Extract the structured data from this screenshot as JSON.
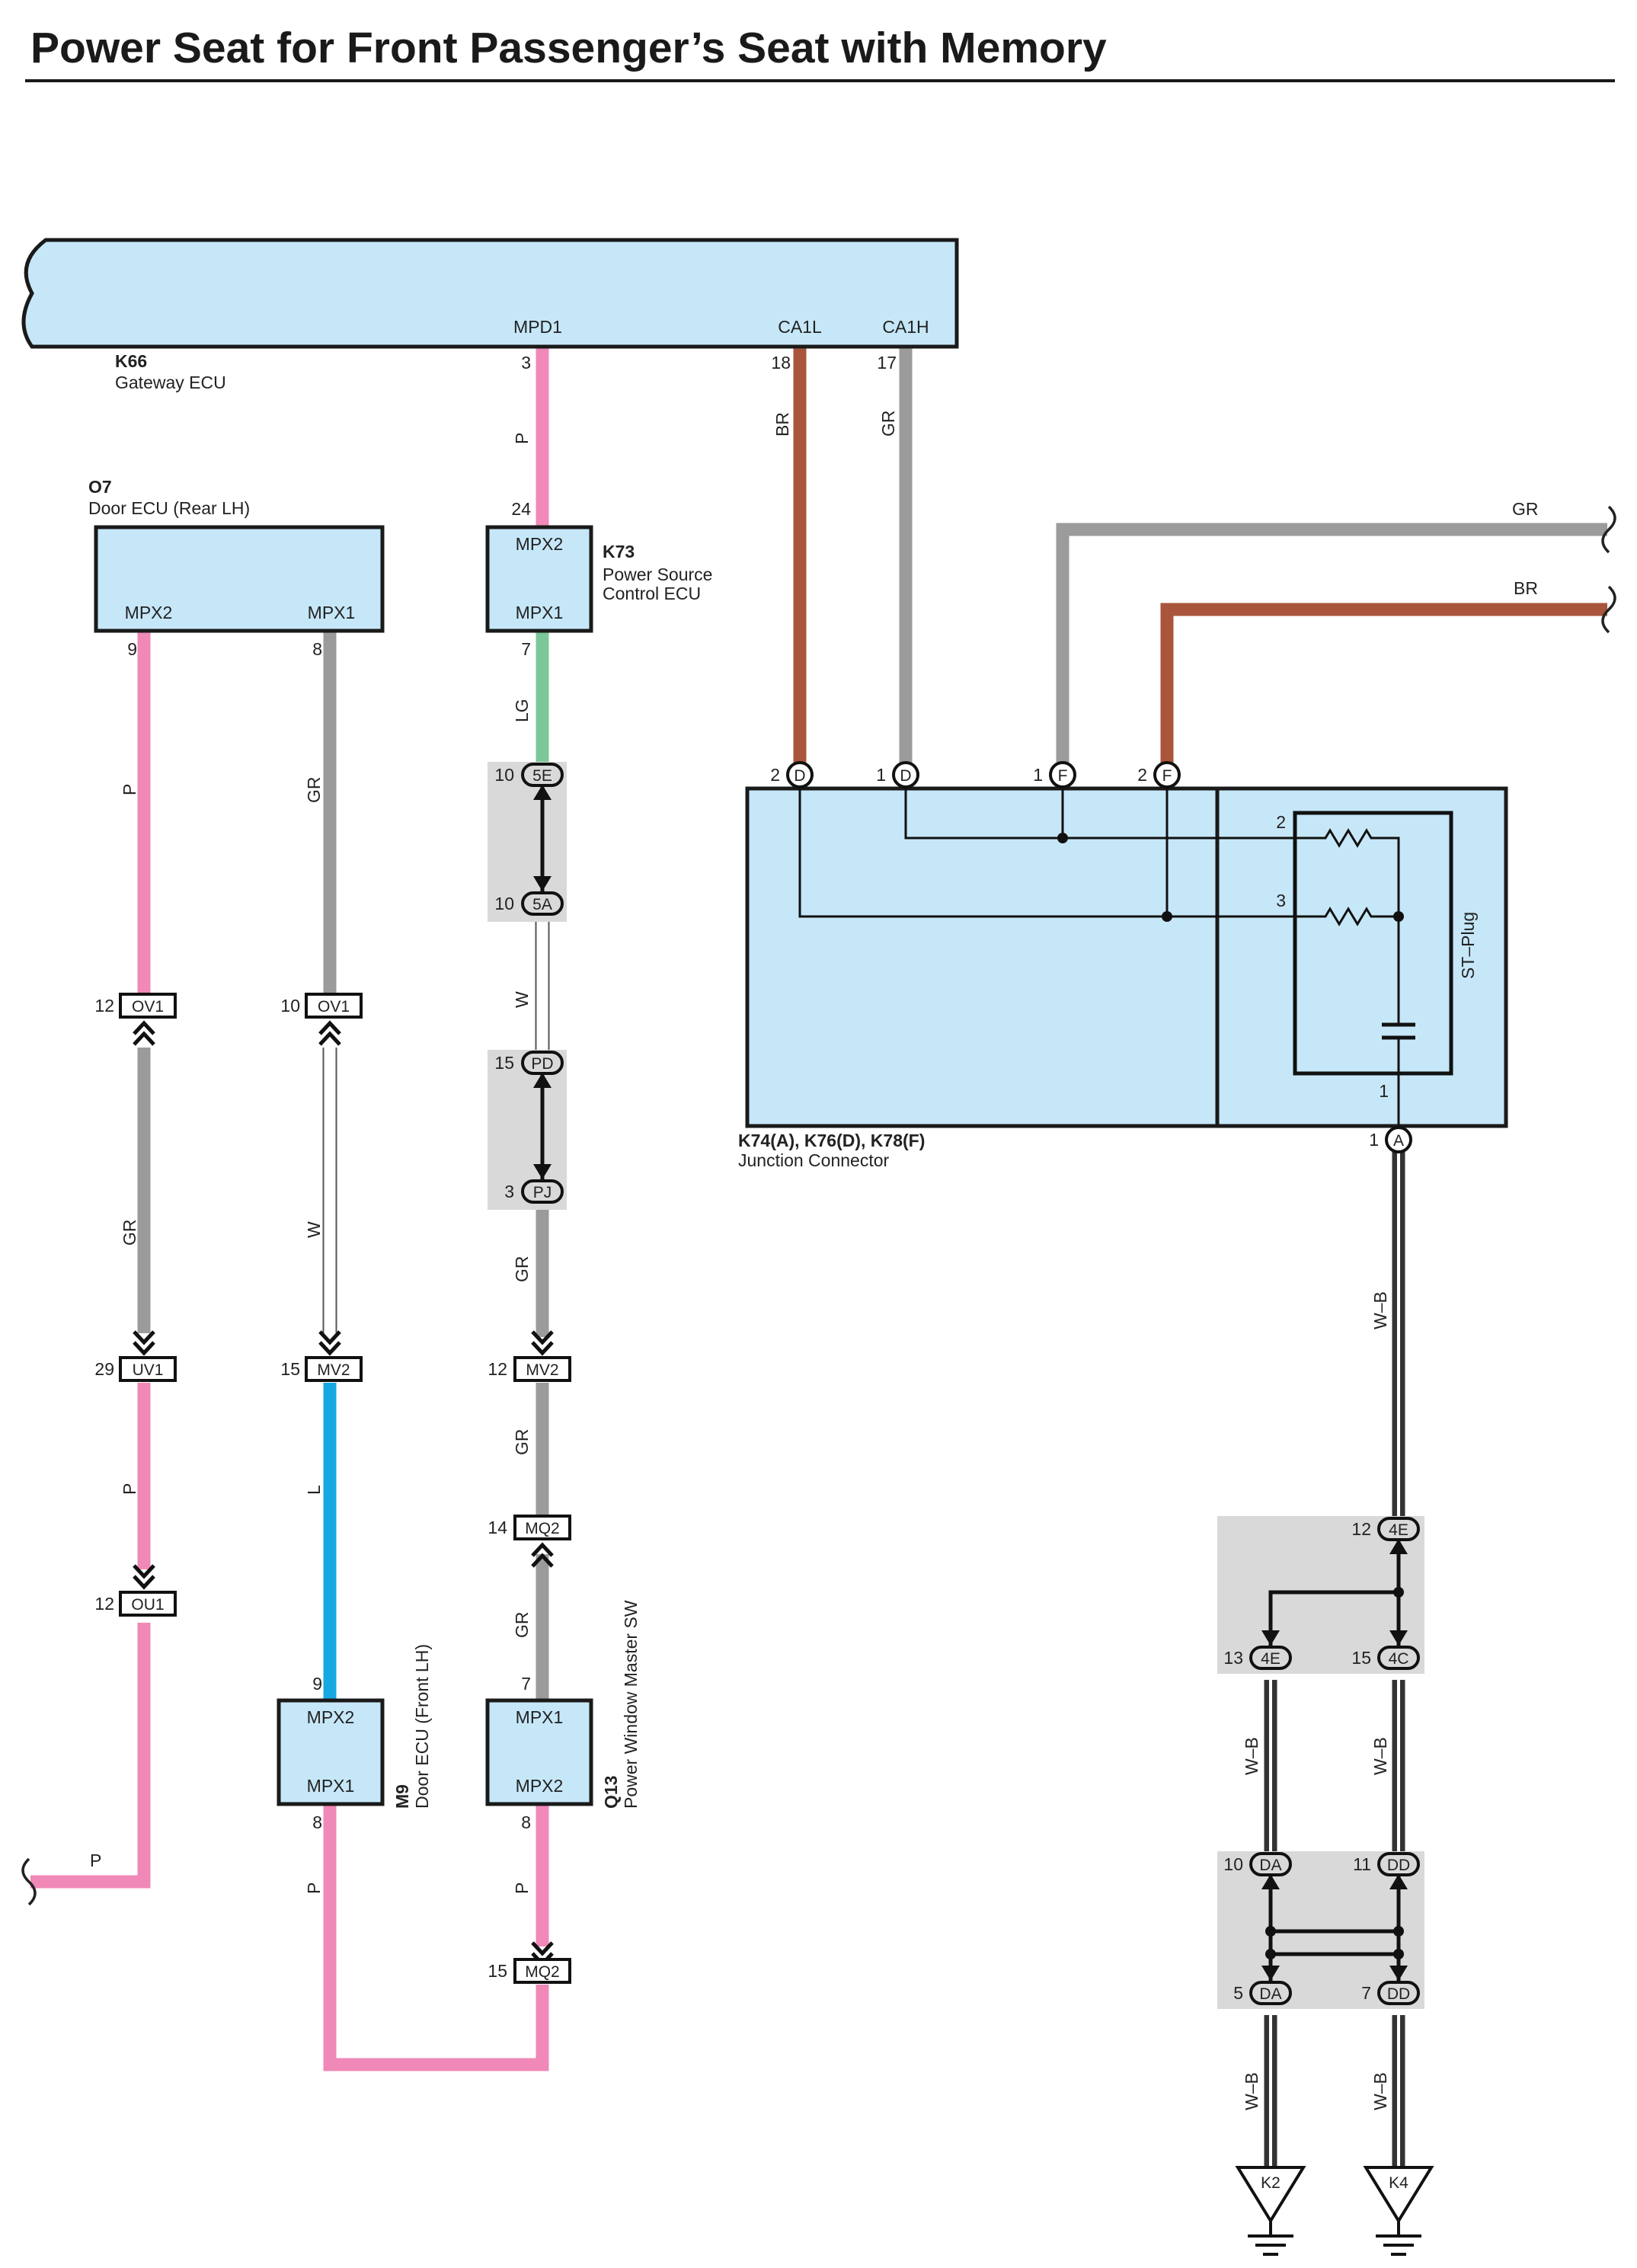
{
  "title": "Power Seat for Front Passenger’s Seat with Memory",
  "gateway": {
    "code": "K66",
    "name": "Gateway ECU",
    "terminals": [
      "MPD1",
      "CA1L",
      "CA1H"
    ],
    "pins": [
      "3",
      "18",
      "17"
    ]
  },
  "door_rear": {
    "code": "O7",
    "name": "Door ECU (Rear LH)",
    "terminals": [
      "MPX2",
      "MPX1"
    ],
    "pins": [
      "9",
      "8"
    ]
  },
  "power_source": {
    "code": "K73",
    "name_line1": "Power Source",
    "name_line2": "Control ECU",
    "terminals": [
      "MPX2",
      "MPX1"
    ],
    "pins": [
      "24",
      "7"
    ]
  },
  "door_front": {
    "code": "M9",
    "name": "Door ECU (Front LH)",
    "terminals": [
      "MPX2",
      "MPX1"
    ],
    "pins": [
      "9",
      "8"
    ]
  },
  "master_sw": {
    "code": "Q13",
    "name": "Power Window Master SW",
    "terminals": [
      "MPX1",
      "MPX2"
    ],
    "pins": [
      "7",
      "8"
    ]
  },
  "junction": {
    "code": "K74(A), K76(D), K78(F)",
    "name": "Junction Connector",
    "splug": "ST–Plug",
    "splug_pins": [
      "2",
      "3",
      "1"
    ],
    "top_pins": [
      "2",
      "1",
      "1",
      "2"
    ],
    "top_letters": [
      "D",
      "D",
      "F",
      "F"
    ],
    "bottom_pin": "1",
    "bottom_letter": "A"
  },
  "wire_labels": {
    "p": "P",
    "gr": "GR",
    "br": "BR",
    "lg": "LG",
    "w": "W",
    "l": "L",
    "wb": "W–B"
  },
  "connectors": {
    "ov1": "OV1",
    "uv1": "UV1",
    "ou1": "OU1",
    "mv2": "MV2",
    "mq2": "MQ2",
    "e5": "5E",
    "a5": "5A",
    "pd": "PD",
    "pj": "PJ",
    "e4": "4E",
    "c4": "4C",
    "da": "DA",
    "dd": "DD"
  },
  "connector_pins": {
    "ov1_left": "12",
    "ov1_right": "10",
    "uv1": "29",
    "ou1": "12",
    "mv2_mid": "15",
    "mv2_right": "12",
    "mq2_top": "14",
    "mq2_bot": "15",
    "e5": "10",
    "a5": "10",
    "pd": "15",
    "pj": "3",
    "e4_top": "12",
    "e4_low": "13",
    "c4": "15",
    "da_top": "10",
    "dd_top": "11",
    "da_bot": "5",
    "dd_bot": "7"
  },
  "grounds": [
    "K2",
    "K4"
  ],
  "colors": {
    "pink": "#f088b8",
    "gray": "#9b9b9b",
    "brown": "#a9553b",
    "light_green": "#7cc79a",
    "blue": "#17a8e2",
    "ecu_fill": "#c6e7f8",
    "connector_bg": "#d9d9d9"
  }
}
